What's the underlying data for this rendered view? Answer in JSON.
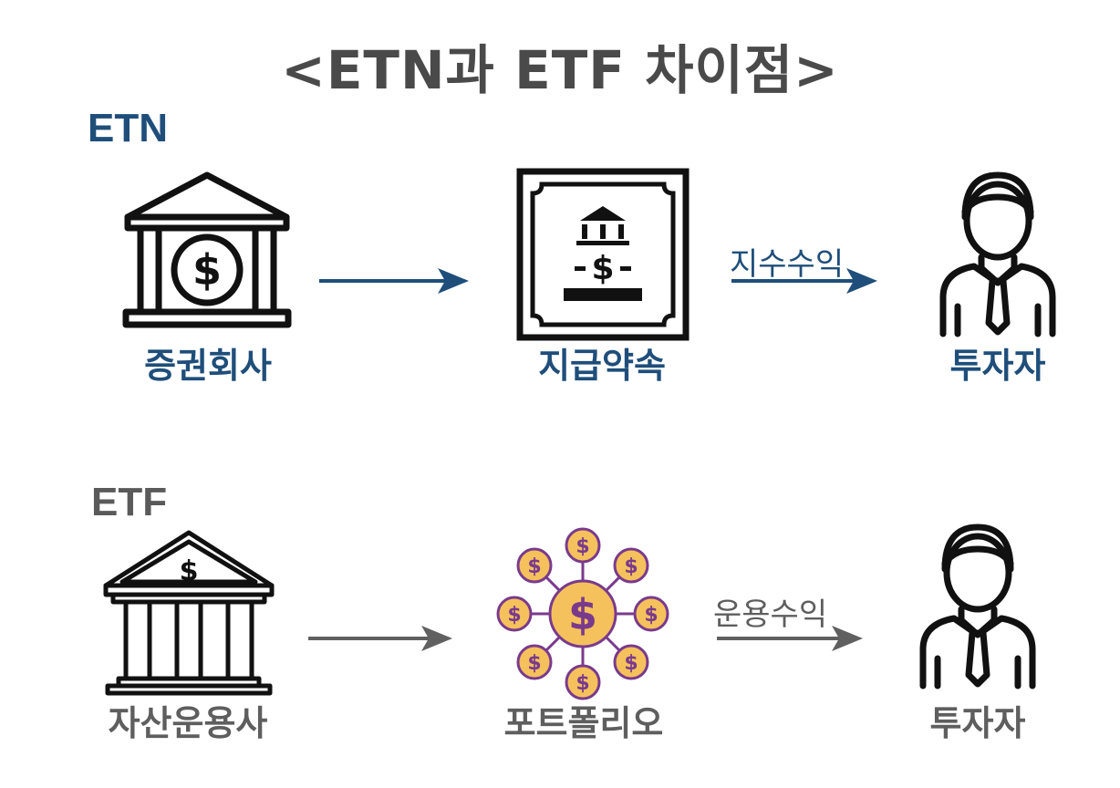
{
  "title": "<ETN과 ETF 차이점>",
  "etn": {
    "label": "ETN",
    "nodes": [
      "증권회사",
      "지급약속",
      "투자자"
    ],
    "arrow_label": "지수수익"
  },
  "etf": {
    "label": "ETF",
    "nodes": [
      "자산운용사",
      "포트폴리오",
      "투자자"
    ],
    "arrow_label": "운용수익"
  },
  "colors": {
    "etn": "#1f4e7a",
    "etf": "#5e5e5e",
    "coin": "#f5c15c",
    "coin_border": "#7a3a8c"
  },
  "icons": {
    "coin_symbol": "$"
  }
}
